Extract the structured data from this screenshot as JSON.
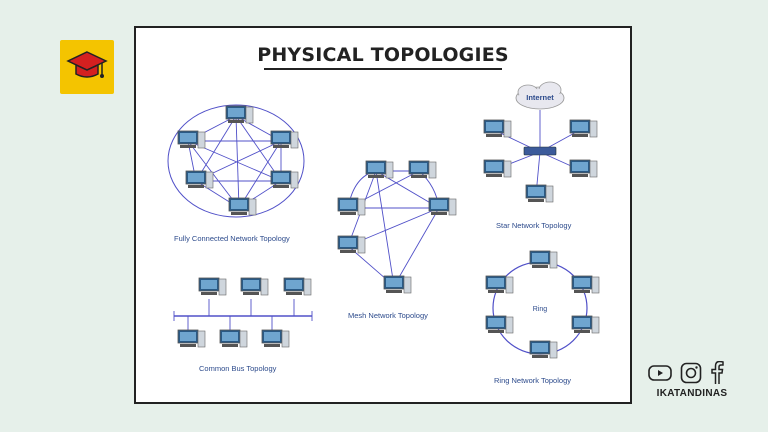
{
  "slide": {
    "title": "PHYSICAL TOPOLOGIES",
    "internet_label": "Internet",
    "ring_label": "Ring",
    "captions": {
      "fully_connected": "Fully Connected Network Topology",
      "mesh": "Mesh Network Topology",
      "star": "Star Network Topology",
      "bus": "Common Bus Topology",
      "ring": "Ring Network Topology"
    }
  },
  "brand": {
    "logo_icon": "graduation-cap-icon",
    "social_icons": [
      "youtube-icon",
      "instagram-icon",
      "facebook-icon"
    ],
    "handle": "IKATANDINAS"
  },
  "colors": {
    "background": "#e6f0ea",
    "logo_bg": "#f4c400",
    "cap": "#d42020",
    "link": "#5050c8",
    "caption": "#2d4b8c"
  }
}
